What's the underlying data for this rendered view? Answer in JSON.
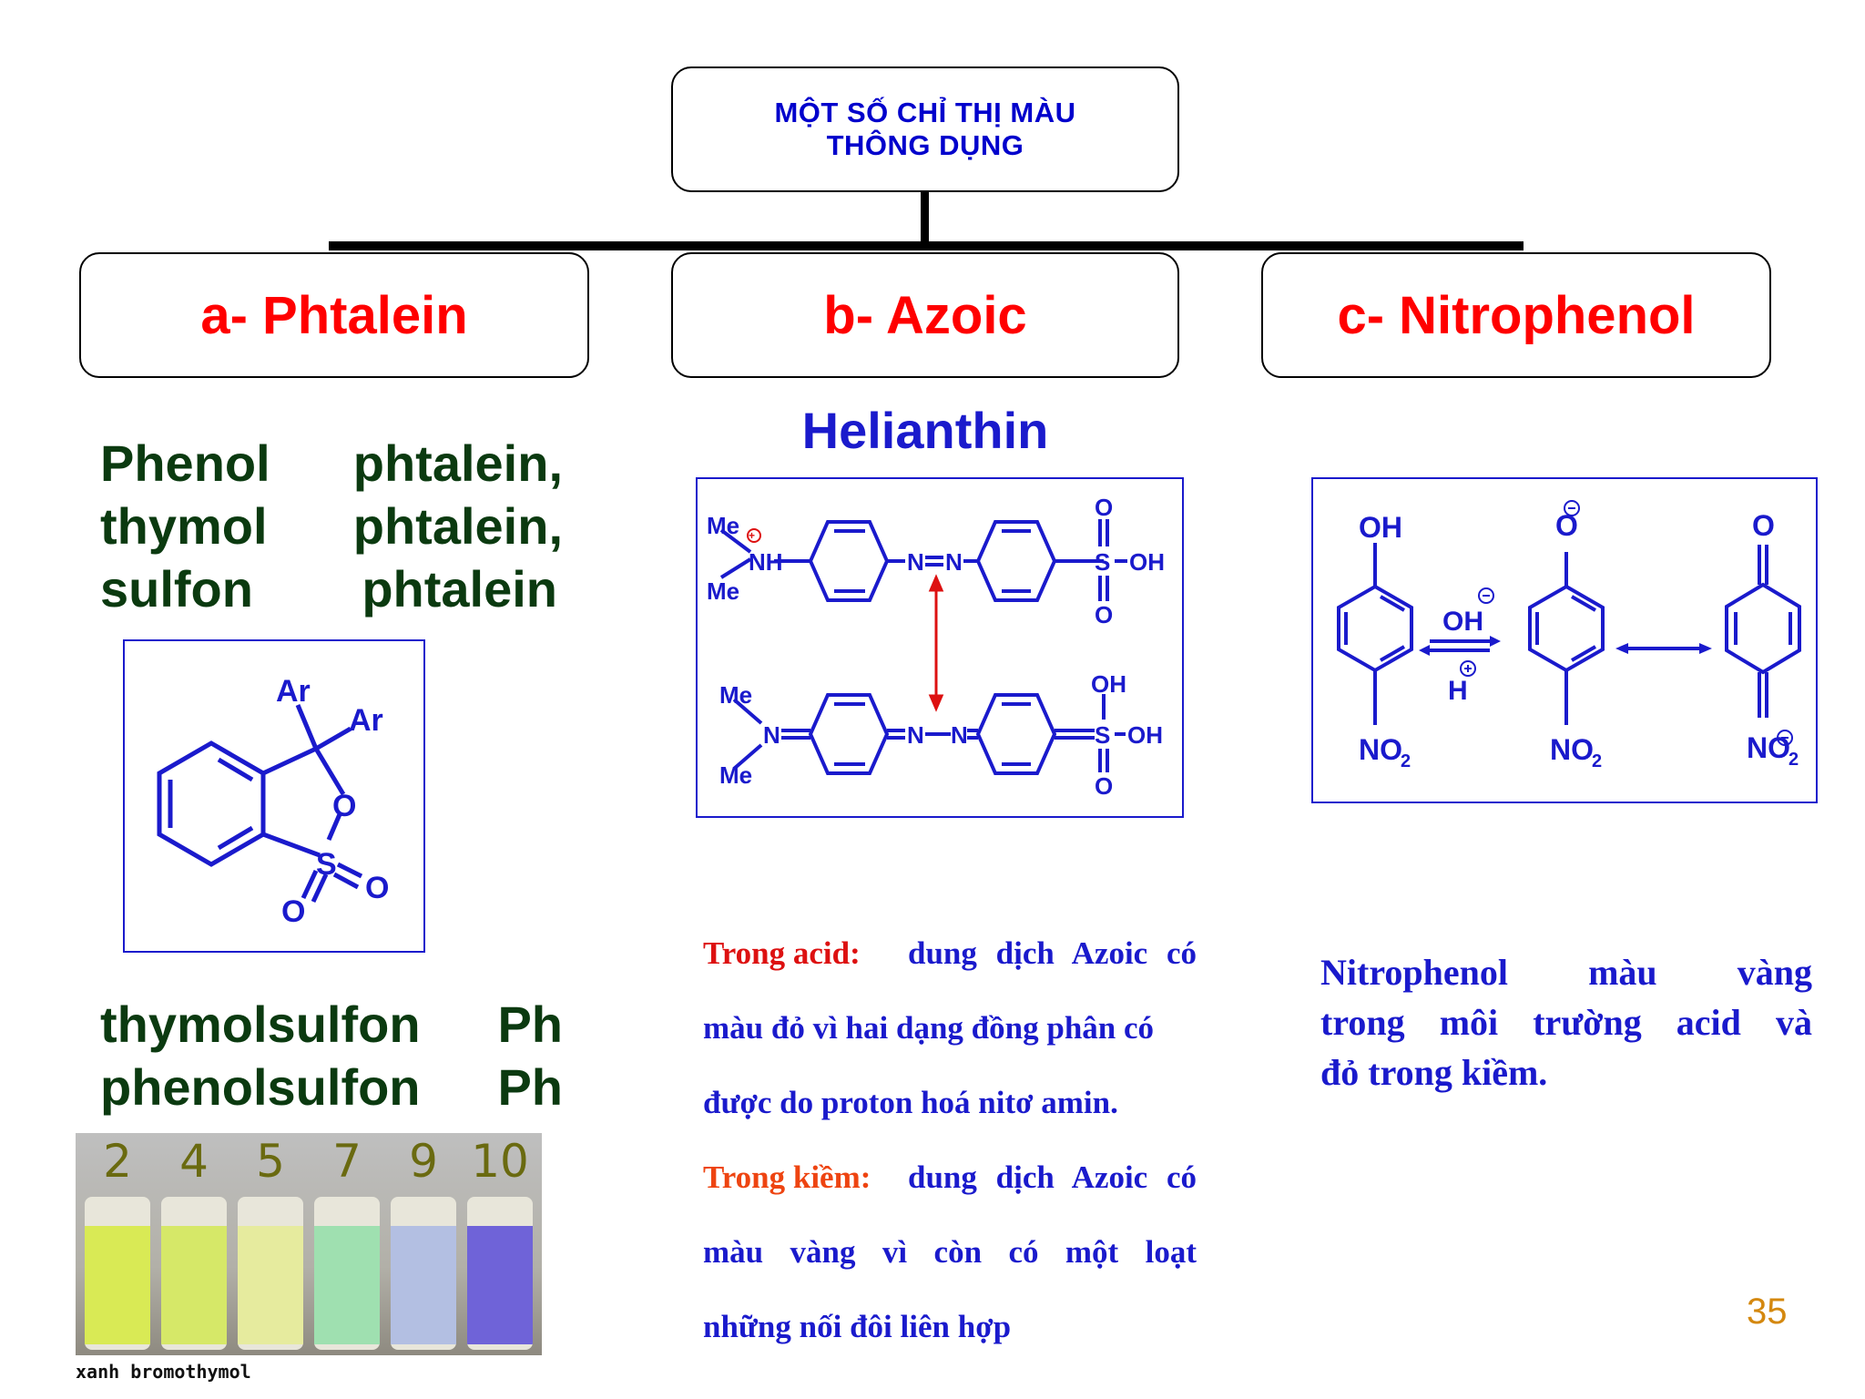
{
  "chart_title": {
    "line1": "MỘT SỐ CHỈ THỊ MÀU",
    "line2": "THÔNG DỤNG"
  },
  "categories": {
    "a": "a- Phtalein",
    "b": "b- Azoic",
    "c": "c- Nitrophenol"
  },
  "phtalein": {
    "names": [
      [
        "Phenol",
        "phtalein,"
      ],
      [
        "thymol",
        "phtalein,"
      ],
      [
        "sulfon",
        "phtalein"
      ]
    ],
    "structure_labels": {
      "ar1": "Ar",
      "ar2": "Ar",
      "o_ring": "O",
      "s": "S",
      "o_right": "O",
      "o_bottom": "O"
    },
    "lower_names": [
      [
        "thymolsulfon",
        "Ph"
      ],
      [
        "phenolsulfon",
        "Ph"
      ]
    ],
    "vial_numbers": [
      "2",
      "4",
      "5",
      "7",
      "9",
      "10"
    ],
    "vial_colors": [
      "#d9ea55",
      "#d6e868",
      "#e6eb9e",
      "#9fe0b0",
      "#b3bfe2",
      "#6f63d8"
    ],
    "photo_caption": "xanh bromothymol"
  },
  "azoic": {
    "name": "Helianthin",
    "structure_labels": {
      "me": "Me",
      "nh": "NH",
      "n": "N",
      "o": "O",
      "s": "S",
      "oh": "OH"
    },
    "paragraphs": [
      {
        "lead": "Trong acid:",
        "lead_color": "#dd1111",
        "text": "dung dịch Azoic có"
      },
      {
        "lead": "",
        "lead_color": "",
        "text": "màu đỏ vì hai dạng đồng phân có"
      },
      {
        "lead": "",
        "lead_color": "",
        "text": "được do proton hoá nitơ amin."
      },
      {
        "lead": "Trong kiềm:",
        "lead_color": "#ee4411",
        "text": "dung dịch Azoic có"
      },
      {
        "lead": "",
        "lead_color": "",
        "text": "màu vàng vì còn có một loạt"
      },
      {
        "lead": "",
        "lead_color": "",
        "text": "những nối đôi liên hợp"
      }
    ]
  },
  "nitrophenol": {
    "structure_labels": {
      "oh": "OH",
      "no2": "NO",
      "sub2": "2",
      "o": "O",
      "h": "H"
    },
    "lines": [
      "Nitrophenol màu vàng",
      "trong môi trường acid và",
      "đỏ trong kiềm."
    ]
  },
  "page_number": "35"
}
